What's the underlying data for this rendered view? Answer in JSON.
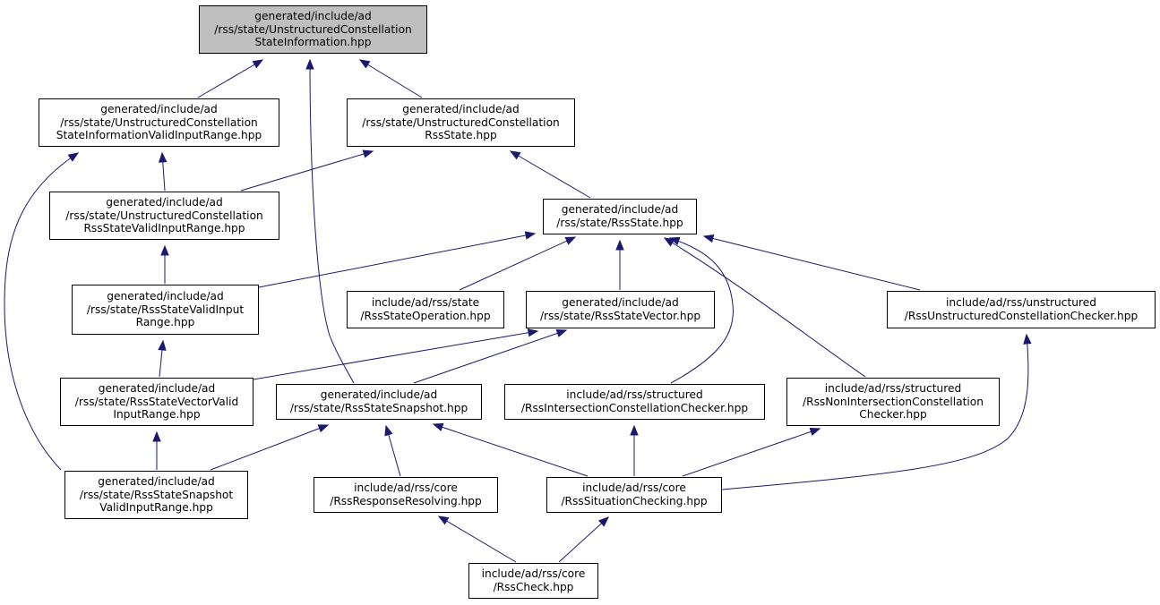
{
  "colors": {
    "edge": "#191970",
    "root_fill": "#bfbfbf",
    "node_fill": "#ffffff",
    "border": "#000000"
  },
  "nodes": {
    "ucsi": [
      "generated/include/ad",
      "/rss/state/UnstructuredConstellation",
      "StateInformation.hpp"
    ],
    "ucsivir": [
      "generated/include/ad",
      "/rss/state/UnstructuredConstellation",
      "StateInformationValidInputRange.hpp"
    ],
    "ucrss": [
      "generated/include/ad",
      "/rss/state/UnstructuredConstellation",
      "RssState.hpp"
    ],
    "ucrssvir": [
      "generated/include/ad",
      "/rss/state/UnstructuredConstellation",
      "RssStateValidInputRange.hpp"
    ],
    "rssstate": [
      "generated/include/ad",
      "/rss/state/RssState.hpp"
    ],
    "rssvir": [
      "generated/include/ad",
      "/rss/state/RssStateValidInput",
      "Range.hpp"
    ],
    "rssop": [
      "include/ad/rss/state",
      "/RssStateOperation.hpp"
    ],
    "rssvec": [
      "generated/include/ad",
      "/rss/state/RssStateVector.hpp"
    ],
    "ucchecker": [
      "include/ad/rss/unstructured",
      "/RssUnstructuredConstellationChecker.hpp"
    ],
    "rssvecvir": [
      "generated/include/ad",
      "/rss/state/RssStateVectorValid",
      "InputRange.hpp"
    ],
    "rsssnap": [
      "generated/include/ad",
      "/rss/state/RssStateSnapshot.hpp"
    ],
    "icc": [
      "include/ad/rss/structured",
      "/RssIntersectionConstellationChecker.hpp"
    ],
    "nicc": [
      "include/ad/rss/structured",
      "/RssNonIntersectionConstellation",
      "Checker.hpp"
    ],
    "snapvir": [
      "generated/include/ad",
      "/rss/state/RssStateSnapshot",
      "ValidInputRange.hpp"
    ],
    "resp": [
      "include/ad/rss/core",
      "/RssResponseResolving.hpp"
    ],
    "sitcheck": [
      "include/ad/rss/core",
      "/RssSituationChecking.hpp"
    ],
    "rsscheck": [
      "include/ad/rss/core",
      "/RssCheck.hpp"
    ]
  }
}
